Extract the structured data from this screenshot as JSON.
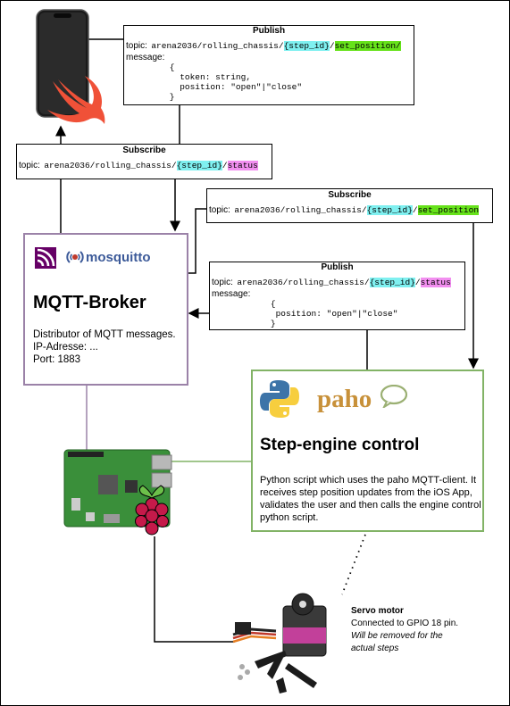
{
  "publish_top": {
    "title": "Publish",
    "topic_label": "topic:",
    "topic_prefix": "arena2036/rolling_chassis/",
    "step_id": "{step_id}",
    "slash": "/",
    "suffix": "set_position/",
    "message_label": "message:",
    "body_lines": [
      "    {",
      "      token: string,",
      "      position: \"open\"|\"close\"",
      "    }"
    ]
  },
  "subscribe_left": {
    "title": "Subscribe",
    "topic_label": "topic:",
    "topic_prefix": "arena2036/rolling_chassis/",
    "step_id": "{step_id}",
    "slash": "/",
    "suffix": "status"
  },
  "subscribe_right": {
    "title": "Subscribe",
    "topic_label": "topic:",
    "topic_prefix": "arena2036/rolling_chassis/",
    "step_id": "{step_id}",
    "slash": "/",
    "suffix": "set_position"
  },
  "publish_mid": {
    "title": "Publish",
    "topic_label": "topic:",
    "topic_prefix": "arena2036/rolling_chassis/",
    "step_id": "{step_id}",
    "slash": "/",
    "suffix": "status",
    "message_label": "message:",
    "body_lines": [
      "       {",
      "        position: \"open\"|\"close\"",
      "       }"
    ]
  },
  "broker": {
    "logo_text": "mosquitto",
    "title": "MQTT-Broker",
    "desc_lines": [
      "Distributor of MQTT messages.",
      "IP-Adresse: ...",
      "Port: 1883"
    ]
  },
  "engine": {
    "logo_text": "paho",
    "title": "Step-engine control",
    "desc": "Python script which uses the paho MQTT-client. It receives step position updates from the iOS App, validates the user and then calls the engine control python script."
  },
  "servo": {
    "title": "Servo motor",
    "line1": "Connected to GPIO 18 pin.",
    "note_lines": [
      "Will be removed for the",
      "actual steps"
    ]
  },
  "colors": {
    "cyan": "#7ff0f0",
    "green": "#66e21a",
    "pink": "#f28ff0",
    "broker_border": "#9b82a8",
    "engine_border": "#82b366"
  }
}
